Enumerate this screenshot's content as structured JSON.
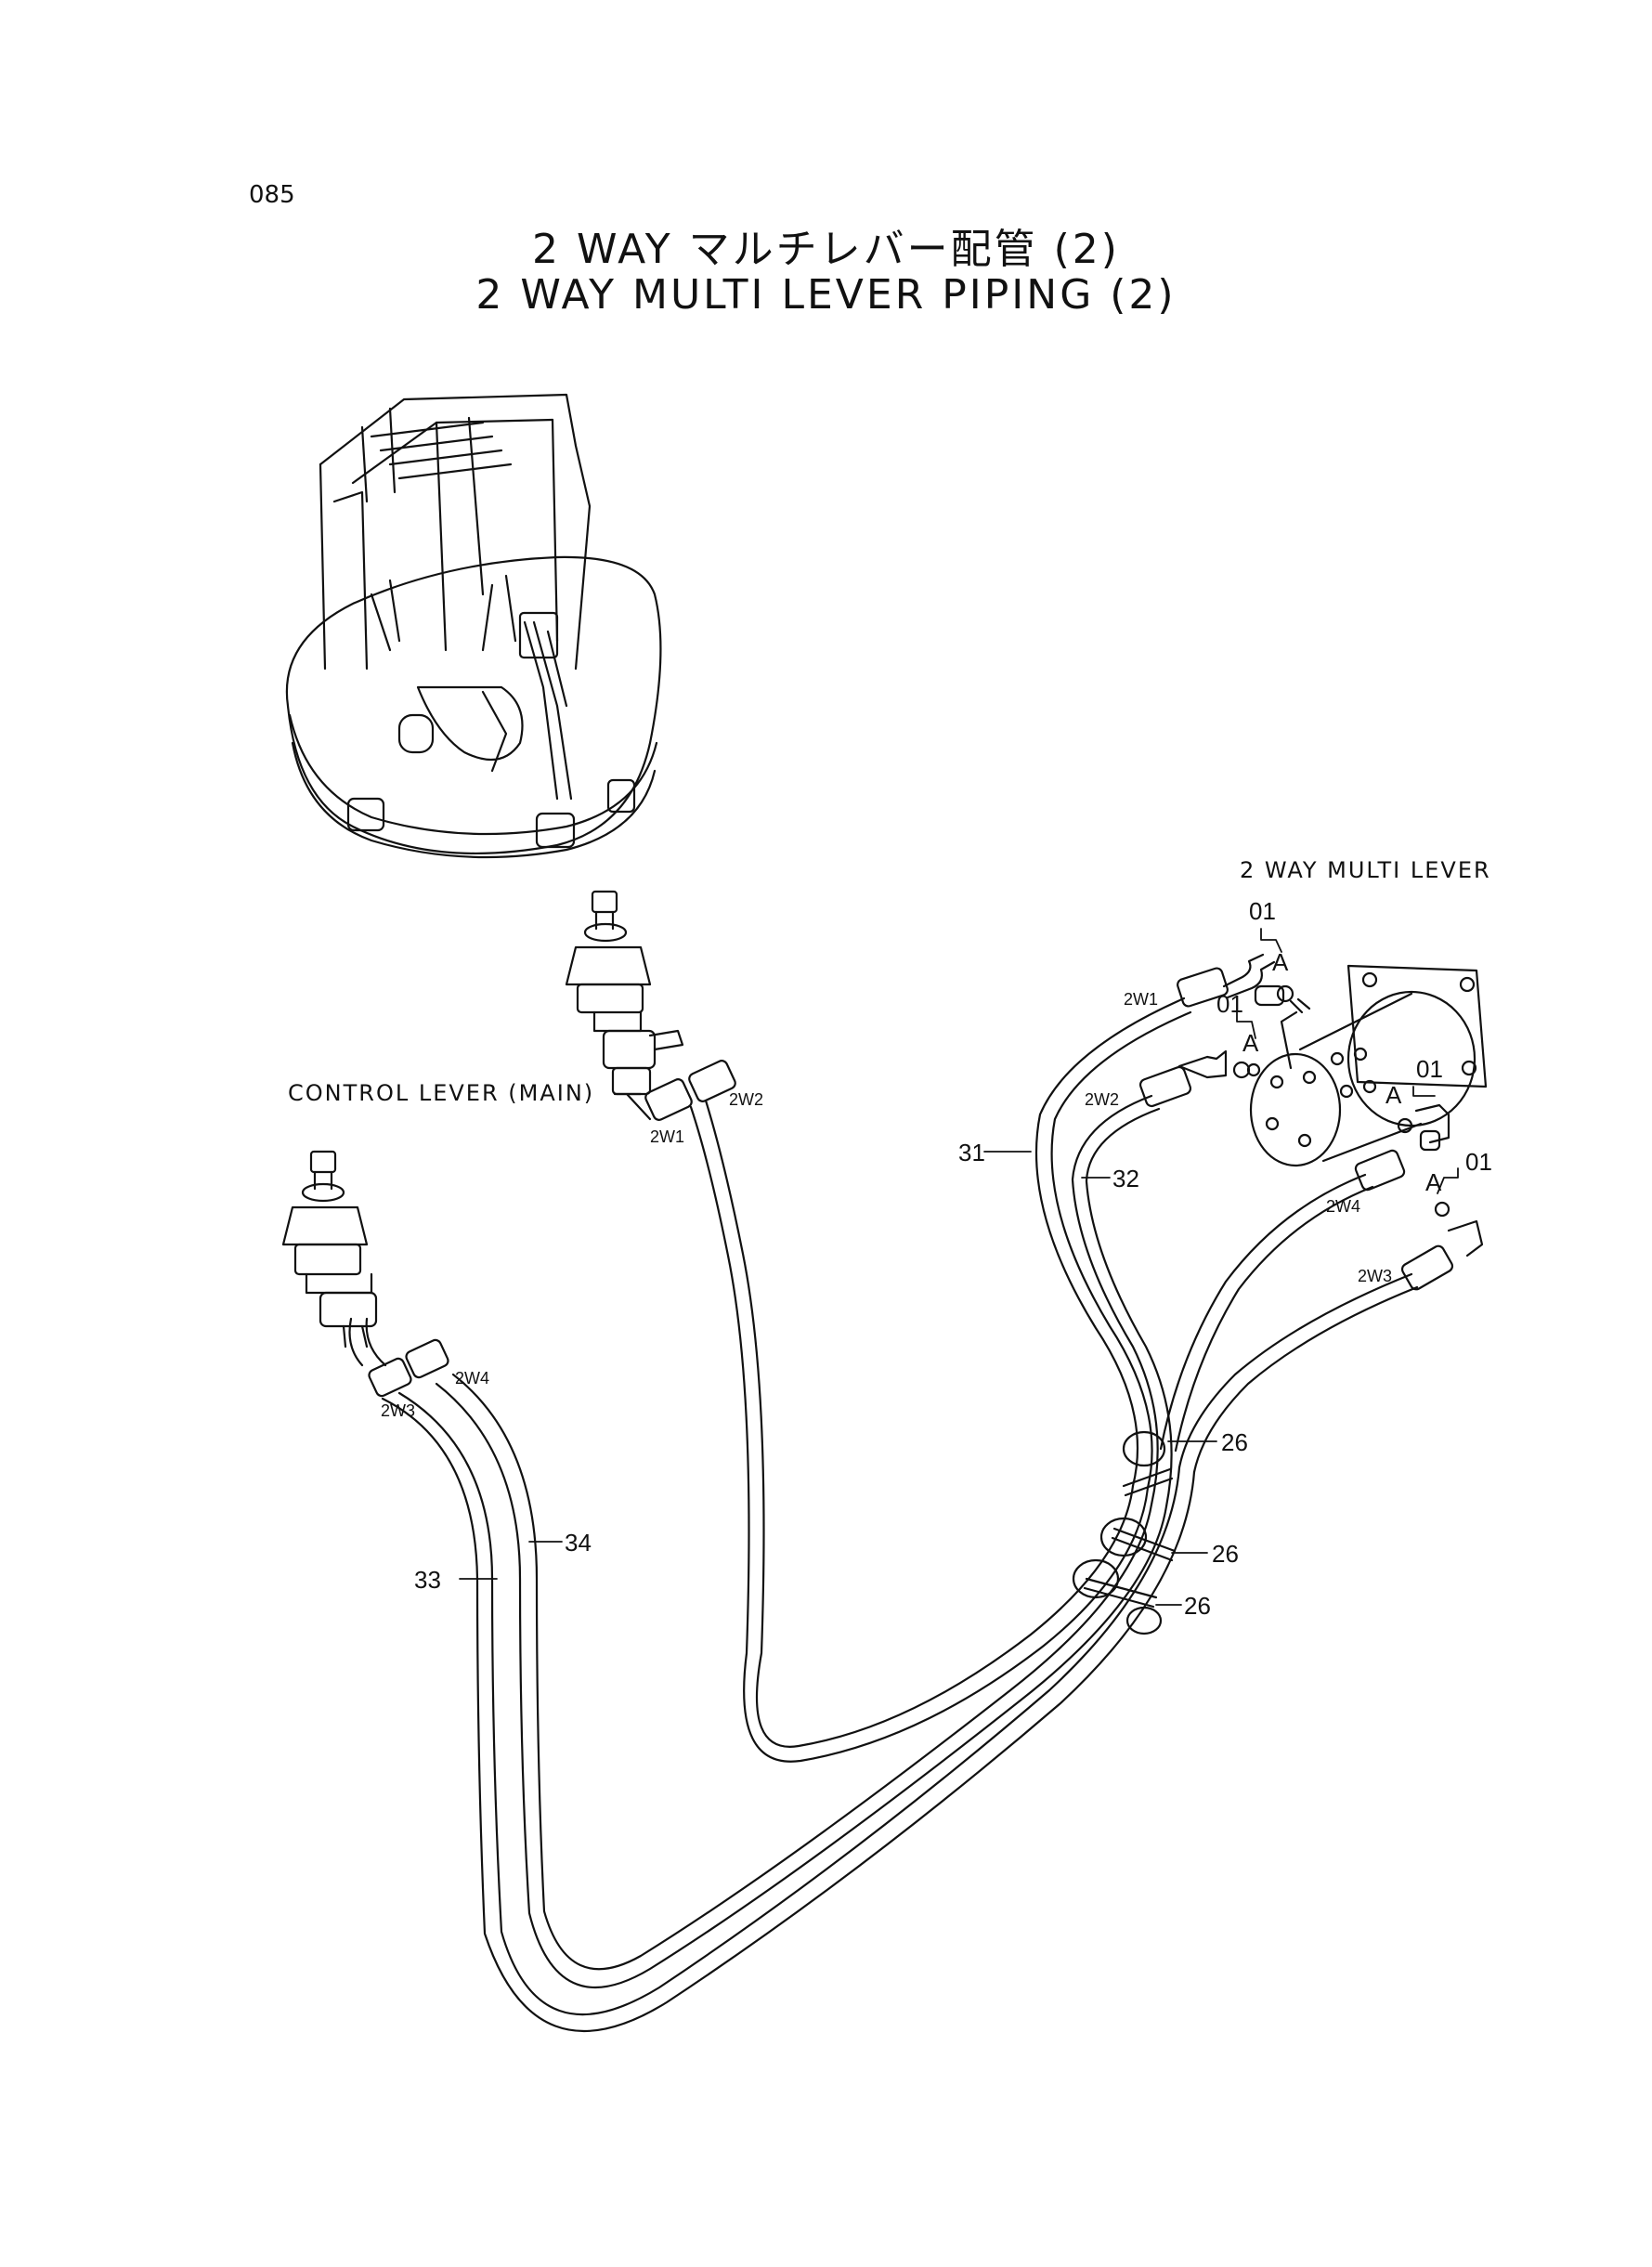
{
  "page_number": "085",
  "title_jp": "2 WAY マルチレバー配管 (2)",
  "title_en": "2 WAY MULTI LEVER PIPING (2)",
  "labels": {
    "multi_lever": "2 WAY MULTI LEVER",
    "control_lever": "CONTROL LEVER (MAIN)"
  },
  "callouts": {
    "p01": "01",
    "pA": "A",
    "p31": "31",
    "p32": "32",
    "p33": "33",
    "p34": "34",
    "p26": "26",
    "port_2w1": "2W1",
    "port_2w2": "2W2",
    "port_2w3": "2W3",
    "port_2w4": "2W4"
  }
}
